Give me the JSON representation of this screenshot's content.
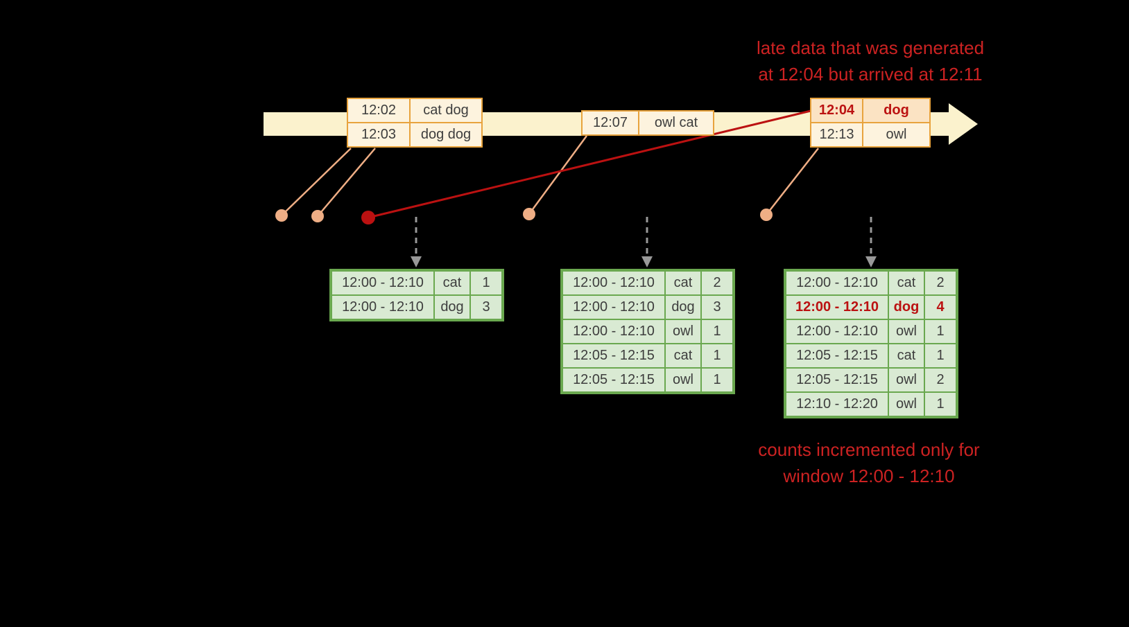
{
  "colors": {
    "background": "#000000",
    "timeline_fill": "#fbf2cd",
    "event_table_border": "#e8a33d",
    "event_table_fill": "#fdf3de",
    "late_event_fill": "#fbe3c3",
    "connector_salmon": "#efae85",
    "late_red": "#bb1111",
    "result_table_fill": "#d9ead3",
    "result_table_border": "#6aa84f",
    "trigger_arrow_gray": "#999999",
    "annotation_red": "#cc2222"
  },
  "annotations": {
    "late_data_line1": "late data that was generated",
    "late_data_line2": "at 12:04 but arrived at 12:11",
    "counts_line1": "counts incremented only for",
    "counts_line2": "window 12:00 - 12:10"
  },
  "event_tables": [
    {
      "rows": [
        {
          "time": "12:02",
          "words": "cat dog"
        },
        {
          "time": "12:03",
          "words": "dog dog"
        }
      ]
    },
    {
      "rows": [
        {
          "time": "12:07",
          "words": "owl cat"
        }
      ]
    },
    {
      "rows": [
        {
          "time": "12:04",
          "words": "dog",
          "late": true
        },
        {
          "time": "12:13",
          "words": "owl"
        }
      ]
    }
  ],
  "result_tables": [
    {
      "rows": [
        {
          "window": "12:00 - 12:10",
          "word": "cat",
          "count": "1"
        },
        {
          "window": "12:00 - 12:10",
          "word": "dog",
          "count": "3"
        }
      ]
    },
    {
      "rows": [
        {
          "window": "12:00 - 12:10",
          "word": "cat",
          "count": "2"
        },
        {
          "window": "12:00 - 12:10",
          "word": "dog",
          "count": "3"
        },
        {
          "window": "12:00 - 12:10",
          "word": "owl",
          "count": "1"
        },
        {
          "window": "12:05 - 12:15",
          "word": "cat",
          "count": "1"
        },
        {
          "window": "12:05 - 12:15",
          "word": "owl",
          "count": "1"
        }
      ]
    },
    {
      "rows": [
        {
          "window": "12:00 - 12:10",
          "word": "cat",
          "count": "2"
        },
        {
          "window": "12:00 - 12:10",
          "word": "dog",
          "count": "4",
          "highlight": true
        },
        {
          "window": "12:00 - 12:10",
          "word": "owl",
          "count": "1"
        },
        {
          "window": "12:05 - 12:15",
          "word": "cat",
          "count": "1"
        },
        {
          "window": "12:05 - 12:15",
          "word": "owl",
          "count": "2"
        },
        {
          "window": "12:10 - 12:20",
          "word": "owl",
          "count": "1"
        }
      ]
    }
  ]
}
